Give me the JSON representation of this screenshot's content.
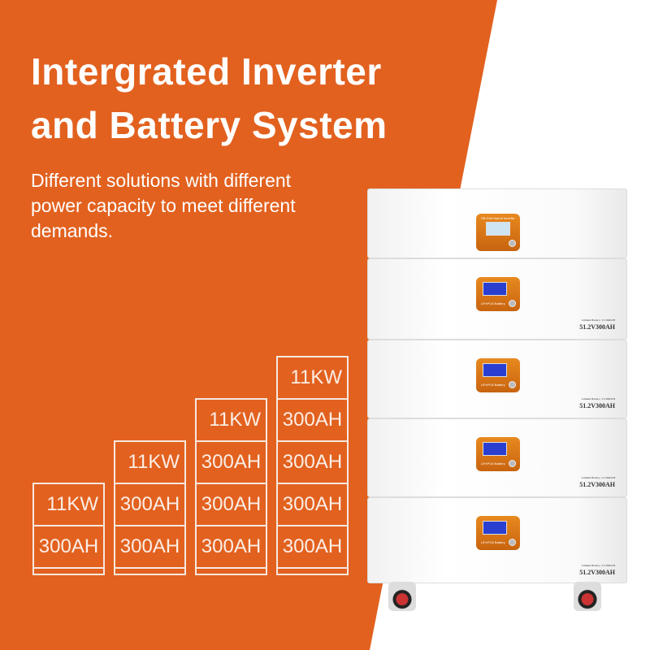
{
  "headline": {
    "line1": "Intergrated Inverter",
    "line2": "and Battery System"
  },
  "subtitle": {
    "line1": "Different solutions with different",
    "line2": "power capacity to meet different",
    "line3": "demands."
  },
  "configurations": [
    {
      "inverter": "11KW",
      "batteries": [
        "300AH"
      ]
    },
    {
      "inverter": "11KW",
      "batteries": [
        "300AH",
        "300AH"
      ]
    },
    {
      "inverter": "11KW",
      "batteries": [
        "300AH",
        "300AH",
        "300AH"
      ]
    },
    {
      "inverter": "11KW",
      "batteries": [
        "300AH",
        "300AH",
        "300AH",
        "300AH"
      ]
    }
  ],
  "product": {
    "inverter_panel_label": "Off-Grid Hybrid Inverter",
    "battery_panel_label": "LiFePO4 Battery",
    "battery_small_label": "Lithium Battery | 15.36KWH",
    "battery_spec": "51.2V300AH"
  },
  "colors": {
    "brand_orange": "#E2611F"
  }
}
